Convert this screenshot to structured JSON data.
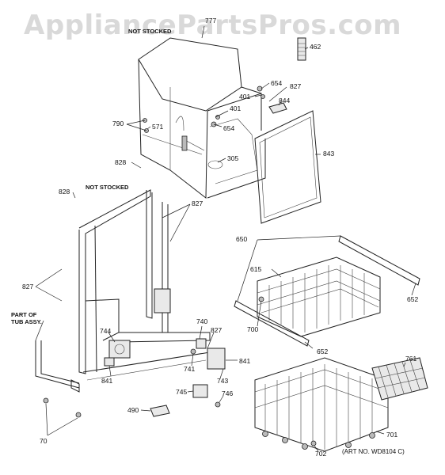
{
  "watermark": "AppliancePartsPros.com",
  "notes": {
    "not_stocked_top": "NOT STOCKED",
    "not_stocked_mid": "NOT STOCKED",
    "part_of_tub_line1": "PART OF",
    "part_of_tub_line2": "TUB ASSY."
  },
  "art_number": "(ART NO. WD8104 C)",
  "parts": {
    "p777": "777",
    "p462": "462",
    "p654a": "654",
    "p827a": "827",
    "p401a": "401",
    "p844": "844",
    "p401b": "401",
    "p654b": "654",
    "p790": "790",
    "p571": "571",
    "p843": "843",
    "p305": "305",
    "p828a": "828",
    "p828b": "828",
    "p827b": "827",
    "p650": "650",
    "p615": "615",
    "p652a": "652",
    "p827c": "827",
    "p700": "700",
    "p652b": "652",
    "p740": "740",
    "p827d": "827",
    "p744": "744",
    "p841a": "841",
    "p741": "741",
    "p743": "743",
    "p841b": "841",
    "p761": "761",
    "p745": "745",
    "p746": "746",
    "p490": "490",
    "p701": "701",
    "p70": "70",
    "p702": "702"
  }
}
